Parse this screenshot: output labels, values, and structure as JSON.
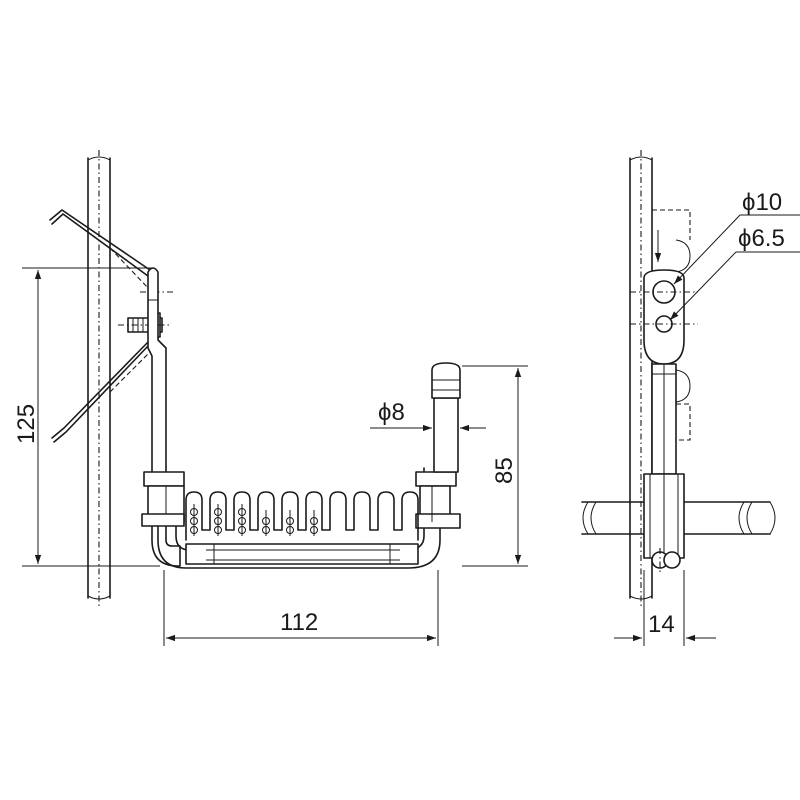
{
  "dimensions": {
    "height_overall": "125",
    "width_overall": "112",
    "rise_height": "85",
    "rod_diameter": "ϕ8",
    "hole_large": "ϕ10",
    "hole_small": "ϕ6.5",
    "thickness": "14"
  },
  "colors": {
    "line": "#1a1a1a",
    "background": "#ffffff"
  }
}
